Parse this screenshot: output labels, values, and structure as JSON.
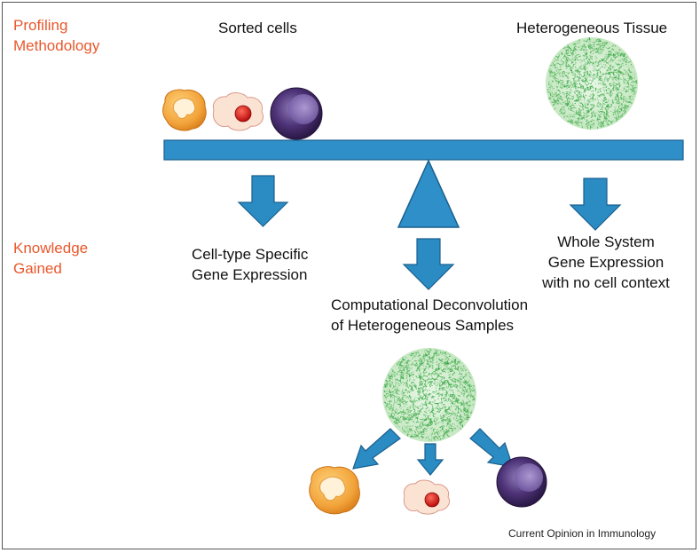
{
  "left_labels": {
    "profiling": [
      "Profiling",
      "Methodology"
    ],
    "knowledge": [
      "Knowledge",
      "Gained"
    ]
  },
  "top": {
    "sorted_cells": "Sorted cells",
    "heterogeneous_tissue": "Heterogeneous Tissue"
  },
  "outcomes": {
    "cell_type": [
      "Cell-type Specific",
      "Gene Expression"
    ],
    "whole_system": [
      "Whole System",
      "Gene Expression",
      "with no cell context"
    ],
    "deconvolution": [
      "Computational Deconvolution",
      "of Heterogeneous Samples"
    ]
  },
  "credit": "Current Opinion in Immunology",
  "colors": {
    "label_orange": "#e8582c",
    "beam_blue": "#2f8fc8",
    "arrow_blue": "#2b8cc4",
    "tissue_green": "#3aa845",
    "cell_purple": "#4a2f73",
    "cell_orange": "#f4a83a",
    "nucleus_red": "#d91e1e"
  }
}
